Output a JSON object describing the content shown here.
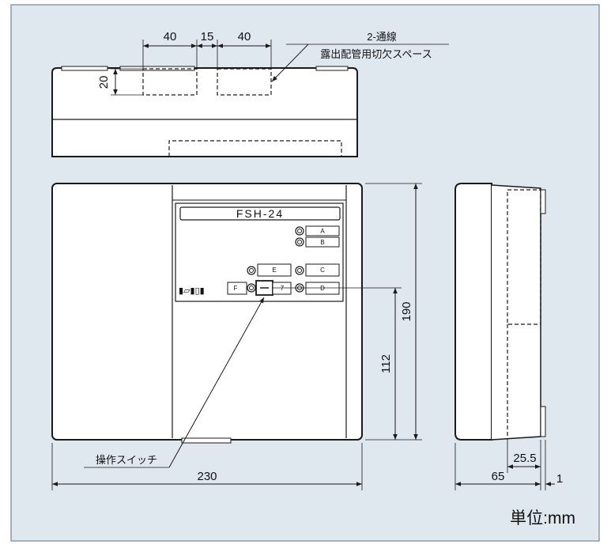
{
  "drawing": {
    "colors": {
      "background": "#dfe7ef",
      "frame_border": "#8a9aae",
      "body": "#ffffff",
      "line": "#1a1a1a"
    },
    "top_view": {
      "dim_left": "40",
      "dim_middle": "15",
      "dim_right": "40",
      "dim_height": "20",
      "note_line1": "2-通線",
      "note_line2": "露出配管用切欠スペース"
    },
    "front_view": {
      "model": "FSH-24",
      "button_a": "A",
      "button_b": "B",
      "button_c": "C",
      "button_d": "D",
      "button_e": "E",
      "button_f": "F",
      "button_7": "7",
      "dim_width": "230",
      "dim_height_total": "190",
      "dim_height_switch": "112",
      "switch_label": "操作スイッチ"
    },
    "side_view": {
      "dim_depth": "65",
      "dim_offset": "25.5",
      "dim_protrusion": "1"
    },
    "unit_label": "単位:mm"
  }
}
